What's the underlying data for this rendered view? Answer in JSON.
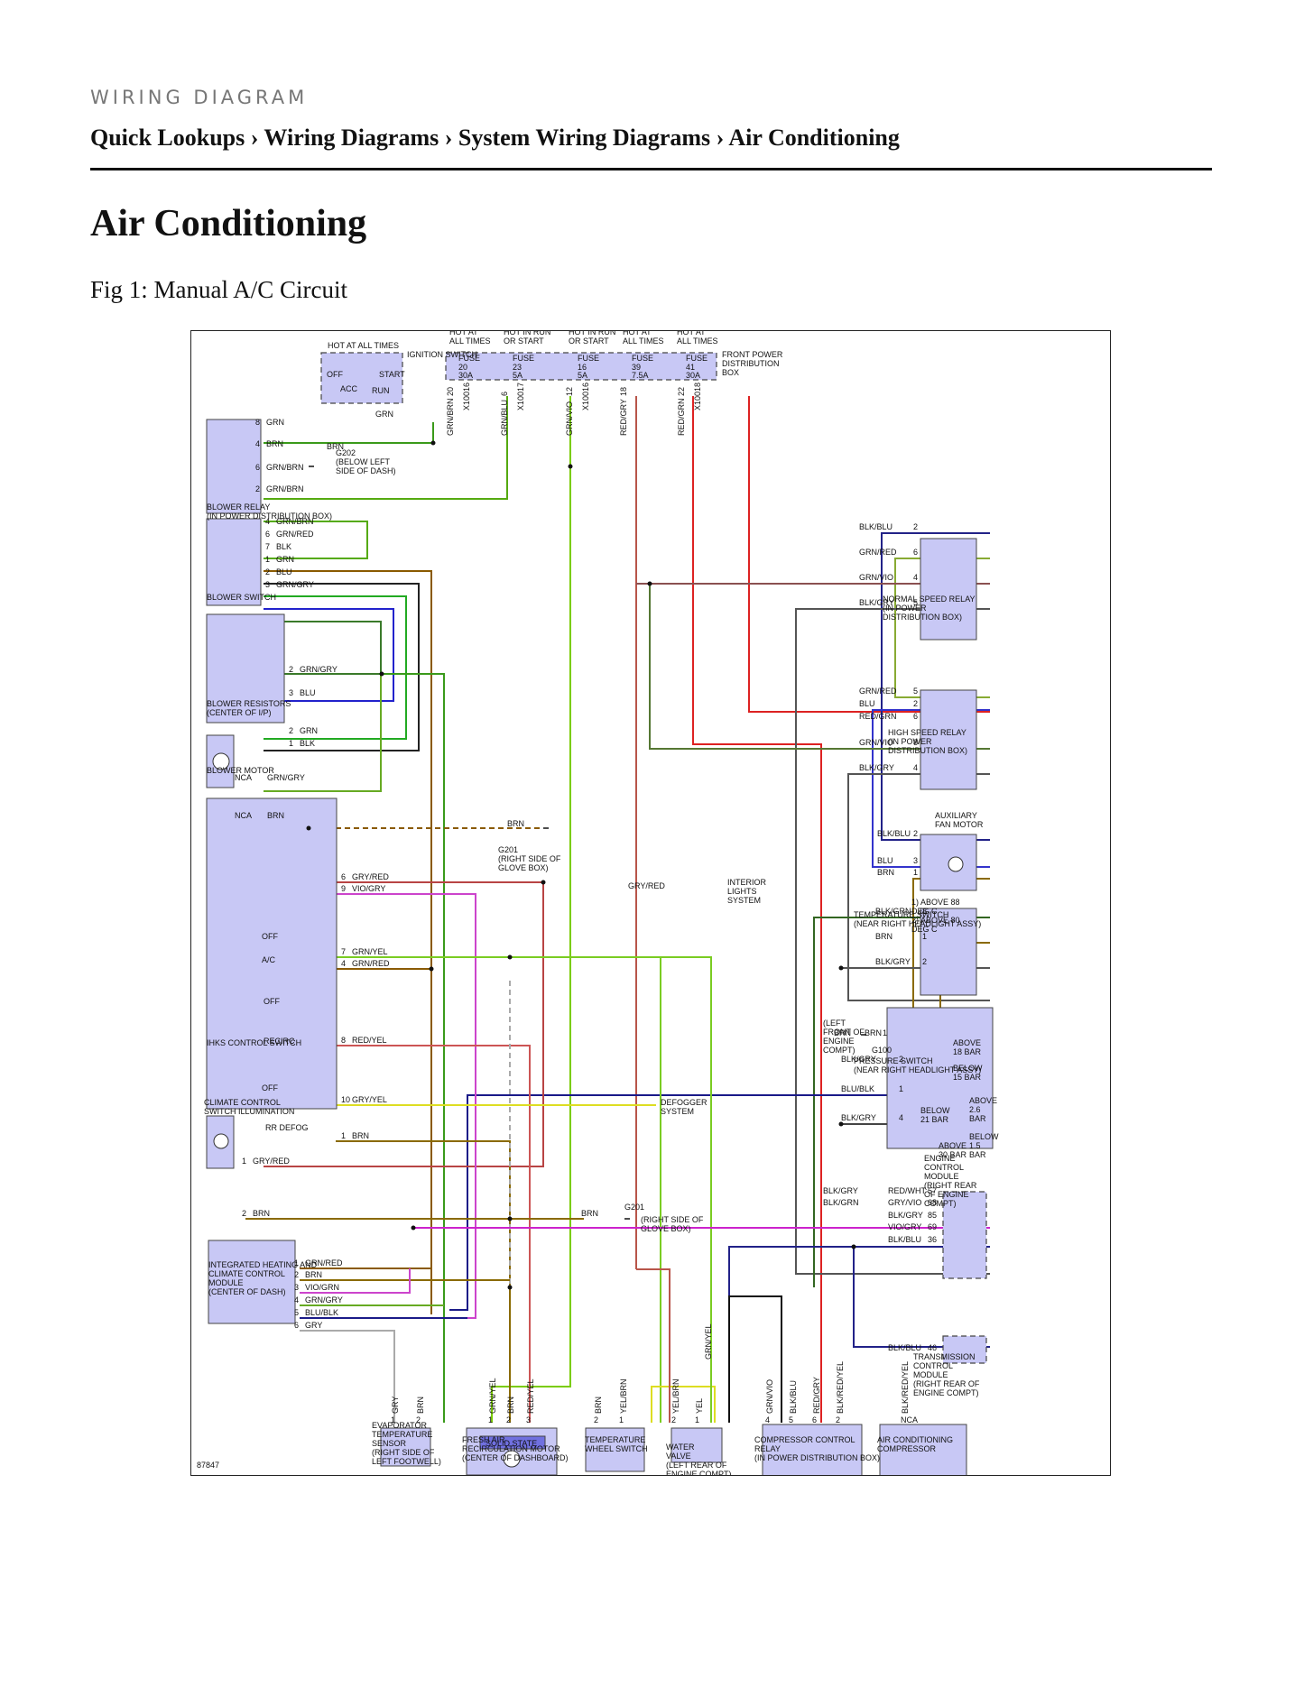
{
  "header": {
    "kicker": "WIRING DIAGRAM",
    "breadcrumb": "Quick Lookups › Wiring Diagrams › System Wiring Diagrams › Air Conditioning",
    "title": "Air Conditioning",
    "figure_caption": "Fig 1: Manual A/C Circuit"
  },
  "diagram": {
    "figure_id": "87847",
    "top_labels": {
      "hot_at_all_times": "HOT AT ALL TIMES",
      "ignition_switch": "IGNITION SWITCH",
      "hot_at_all_times_2line": "HOT AT\nALL TIMES",
      "hot_in_run_or_start": "HOT IN RUN\nOR START",
      "front_power_distribution_box": "FRONT POWER\nDISTRIBUTION\nBOX"
    },
    "ignition": {
      "off": "OFF",
      "acc": "ACC",
      "run": "RUN",
      "start": "START",
      "wire": "GRN"
    },
    "fuses": [
      {
        "label": "FUSE",
        "num": "20",
        "amp": "30A",
        "pin": "20",
        "conn": "X10016",
        "wire": "GRN/BRN",
        "hot": "HOT AT\nALL TIMES"
      },
      {
        "label": "FUSE",
        "num": "23",
        "amp": "5A",
        "pin": "6",
        "conn": "X10017",
        "wire": "GRN/BLU",
        "hot": "HOT IN RUN\nOR START"
      },
      {
        "label": "FUSE",
        "num": "16",
        "amp": "5A",
        "pin": "12",
        "conn": "X10016",
        "wire": "GRN/VIO",
        "hot": "HOT IN RUN\nOR START"
      },
      {
        "label": "FUSE",
        "num": "39",
        "amp": "7.5A",
        "pin": "18",
        "conn": "",
        "wire": "RED/GRY",
        "hot": "HOT AT\nALL TIMES"
      },
      {
        "label": "FUSE",
        "num": "41",
        "amp": "30A",
        "pin": "22",
        "conn": "X10018",
        "wire": "RED/GRN",
        "hot": "HOT AT\nALL TIMES"
      }
    ],
    "components": {
      "blower_relay": "BLOWER RELAY\n(IN POWER DISTRIBUTION BOX)",
      "blower_switch": "BLOWER SWITCH",
      "blower_resistors": "BLOWER RESISTORS\n(CENTER OF I/P)",
      "blower_motor": "BLOWER MOTOR",
      "ihks_switch": "IHKS CONTROL SWITCH",
      "illumination": "CLIMATE CONTROL\nSWITCH ILLUMINATION",
      "ihcm": "INTEGRATED HEATING AND\nCLIMATE CONTROL\nMODULE\n(CENTER OF DASH)",
      "normal_relay": "NORMAL SPEED RELAY\n(IN POWER\nDISTRIBUTION BOX)",
      "high_relay": "HIGH SPEED RELAY\n(IN POWER\nDISTRIBUTION BOX)",
      "aux_fan": "AUXILIARY\nFAN MOTOR",
      "temp_switch": "TEMPERATURE SWITCH\n(NEAR RIGHT HEADLIGHT ASSY)",
      "pressure_switch": "PRESSURE SWITCH\n(NEAR RIGHT HEADLIGHT ASSY)",
      "ecm": "ENGINE\nCONTROL\nMODULE\n(RIGHT REAR\nOF ENGINE\nCOMPT)",
      "tcm": "TRANSMISSION\nCONTROL\nMODULE\n(RIGHT REAR OF\nENGINE COMPT)",
      "evap_sensor": "EVAPORATOR\nTEMPERATURE\nSENSOR\n(RIGHT SIDE OF\nLEFT FOOTWELL)",
      "fresh_air": "FRESH AIR\nRECIRCULATION MOTOR\n(CENTER OF DASHBOARD)",
      "temp_wheel": "TEMPERATURE\nWHEEL SWITCH",
      "water_valve": "WATER\nVALVE\n(LEFT REAR OF\nENGINE COMPT)",
      "comp_relay": "COMPRESSOR CONTROL\nRELAY\n(IN POWER DISTRIBUTION BOX)",
      "ac_comp": "AIR CONDITIONING\nCOMPRESSOR"
    },
    "grounds": {
      "g202": "G202\n(BELOW LEFT\nSIDE OF DASH)",
      "g201_a": "G201\n(RIGHT SIDE OF\nGLOVE BOX)",
      "g201_b": "G201",
      "g201_b_loc": "(RIGHT SIDE OF\nGLOVE BOX)",
      "g100": "G100",
      "g100_loc": "(LEFT\nFRONT OF\nENGINE\nCOMPT)"
    },
    "misc": {
      "interior_lights": "INTERIOR\nLIGHTS\nSYSTEM",
      "defogger": "DEFOGGER\nSYSTEM",
      "solid_state": "SOLID STATE",
      "nca": "NCA",
      "aux_note": "1) ABOVE 88\nDEG C\n2) ABOVE 80\nDEG C",
      "above_18": "ABOVE\n18 BAR",
      "below_15": "BELOW\n15 BAR",
      "below_21": "BELOW\n21 BAR",
      "above_26": "ABOVE\n2.6\nBAR",
      "below_15b": "BELOW\n1.5\nBAR",
      "above_30": "ABOVE\n30 BAR",
      "sw_off": "OFF",
      "sw_ac": "A/C",
      "sw_recirc": "RECIRC",
      "sw_rr_defog": "RR DEFOG"
    },
    "wire_labels": {
      "relay": [
        [
          "8",
          "GRN"
        ],
        [
          "4",
          "BRN"
        ],
        [
          "6",
          "GRN/BRN"
        ],
        [
          "2",
          "GRN/BRN"
        ]
      ],
      "brn_g202": "BRN",
      "switch": [
        [
          "4",
          "GRN/BRN"
        ],
        [
          "6",
          "GRN/RED"
        ],
        [
          "7",
          "BLK"
        ],
        [
          "1",
          "GRN"
        ],
        [
          "2",
          "BLU"
        ],
        [
          "3",
          "GRN/GRY"
        ]
      ],
      "resistor": [
        [
          "2",
          "GRN/GRY"
        ],
        [
          "3",
          "BLU"
        ],
        [
          "2",
          "GRN"
        ],
        [
          "1",
          "BLK"
        ]
      ],
      "motor": [
        [
          "NCA",
          "GRN/GRY"
        ],
        [
          "NCA",
          "BRN"
        ]
      ],
      "motor_g201": "BRN",
      "ihks": [
        [
          "6",
          "GRY/RED"
        ],
        [
          "9",
          "VIO/GRY"
        ],
        [
          "7",
          "GRN/YEL"
        ],
        [
          "4",
          "GRN/RED"
        ],
        [
          "8",
          "RED/YEL"
        ],
        [
          "10",
          "GRY/YEL"
        ],
        [
          "1",
          "BRN"
        ]
      ],
      "gry_red_right": "GRY/RED",
      "illum": [
        [
          "1",
          "GRY/RED"
        ],
        [
          "2",
          "BRN"
        ]
      ],
      "brn_g201b": "BRN",
      "ihcm": [
        [
          "1",
          "GRN/RED"
        ],
        [
          "2",
          "BRN"
        ],
        [
          "3",
          "VIO/GRN"
        ],
        [
          "4",
          "GRN/GRY"
        ],
        [
          "5",
          "BLU/BLK"
        ],
        [
          "6",
          "GRY"
        ]
      ],
      "normal_relay": [
        [
          "BLK/BLU",
          "2"
        ],
        [
          "GRN/RED",
          "6"
        ],
        [
          "GRN/VIO",
          "4"
        ],
        [
          "BLK/GRY",
          "5"
        ]
      ],
      "high_relay": [
        [
          "GRN/RED",
          "5"
        ],
        [
          "BLU",
          "2"
        ],
        [
          "RED/GRN",
          "6"
        ],
        [
          "GRN/VIO",
          "8"
        ],
        [
          "BLK/GRY",
          "4"
        ]
      ],
      "aux_fan": [
        [
          "BLK/BLU",
          "2"
        ],
        [
          "BLU",
          "3"
        ],
        [
          "BRN",
          "1"
        ]
      ],
      "temp_switch": [
        [
          "BLK/GRN",
          "3"
        ],
        [
          "BRN",
          "1"
        ],
        [
          "BLK/GRY",
          "2"
        ]
      ],
      "g100_wires": [
        [
          "BRN"
        ],
        [
          "BRN",
          "1"
        ]
      ],
      "pressure": [
        [
          "BLK/GRY",
          "2"
        ],
        [
          "BLU/BLK",
          "1"
        ],
        [
          "BLK/GRY",
          "4"
        ]
      ],
      "ecm_left": [
        "BLK/GRY",
        "BLK/GRN"
      ],
      "ecm": [
        [
          "RED/WHT",
          "57"
        ],
        [
          "GRY/VIO",
          "68"
        ],
        [
          "BLK/GRY",
          "85"
        ],
        [
          "VIO/GRY",
          "69"
        ],
        [
          "BLK/BLU",
          "36"
        ]
      ],
      "tcm": [
        [
          "BLK/BLU",
          "46"
        ]
      ],
      "bottom": {
        "evap": [
          [
            "1",
            "GRY"
          ],
          [
            "2",
            "BRN"
          ]
        ],
        "fresh": [
          [
            "1",
            "GRN/YEL"
          ],
          [
            "2",
            "BRN"
          ],
          [
            "3",
            "RED/YEL"
          ]
        ],
        "wheel": [
          [
            "2",
            "BRN"
          ],
          [
            "1",
            "YEL/BRN"
          ]
        ],
        "valve": [
          [
            "2",
            "YEL/BRN"
          ],
          [
            "1",
            "YEL"
          ]
        ],
        "valve_up": "GRN/YEL",
        "relay": [
          [
            "4",
            "GRN/VIO"
          ],
          [
            "5",
            "BLK/BLU"
          ],
          [
            "6",
            "RED/GRY"
          ],
          [
            "2",
            "BLK/RED/YEL"
          ]
        ],
        "comp": [
          [
            "NCA",
            "BLK/RED/YEL"
          ]
        ]
      }
    }
  }
}
